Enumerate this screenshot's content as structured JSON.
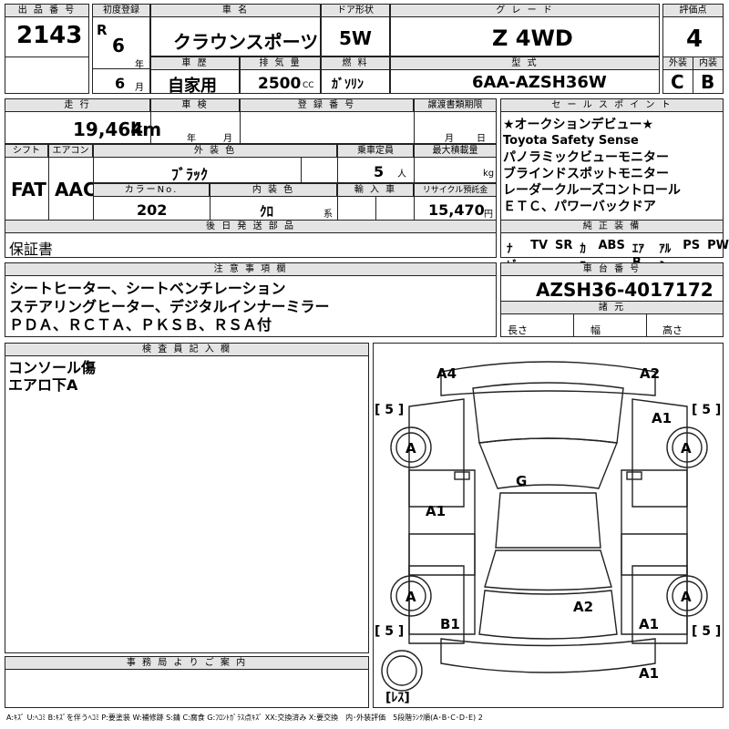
{
  "header": {
    "lot_no_label": "出 品 番 号",
    "lot_no": "2143",
    "first_reg_label": "初度登録",
    "era": "R",
    "year": "6",
    "year_unit": "年",
    "month": "6",
    "month_unit": "月",
    "car_name_label": "車 名",
    "car_name": "クラウンスポーツ",
    "door_label": "ドア形状",
    "door": "5W",
    "grade_label": "グ レ ー ド",
    "grade": "Z 4WD",
    "score_label": "評価点",
    "score": "4",
    "history_label": "車 歴",
    "history": "自家用",
    "displacement_label": "排 気 量",
    "displacement": "2500",
    "displacement_unit": "CC",
    "fuel_label": "燃 料",
    "fuel": "ｶﾞｿﾘﾝ",
    "model_label": "型 式",
    "model": "6AA-AZSH36W",
    "exterior_label": "外装",
    "exterior": "C",
    "interior_label": "内装",
    "interior": "B"
  },
  "row2": {
    "mileage_label": "走 行",
    "mileage": "19,464",
    "mileage_unit": "km",
    "inspection_label": "車 検",
    "inspection_year_unit": "年",
    "inspection_month_unit": "月",
    "reg_no_label": "登 録 番 号",
    "transfer_label": "譲渡書類期限",
    "transfer_month_unit": "月",
    "transfer_day_unit": "日",
    "shift_label": "シフト",
    "shift": "FAT",
    "ac_label": "エアコン",
    "ac": "AAC",
    "color_label": "外 装 色",
    "color": "ﾌﾞﾗｯｸ",
    "capacity_label": "乗車定員",
    "capacity": "5",
    "capacity_unit": "人",
    "maxload_label": "最大積載量",
    "maxload_unit": "kg",
    "color_no_label": "カラーNo.",
    "color_no": "202",
    "int_color_label": "内 装 色",
    "int_color": "ｸﾛ",
    "int_color_unit": "系",
    "import_label": "輸 入 車",
    "recycle_label": "リサイクル預託金",
    "recycle": "15,470",
    "recycle_unit": "円",
    "later_parts_label": "後 日 発 送 部 品",
    "later_parts": "保証書"
  },
  "sales_points": {
    "label": "セ ー ル ス ポ イ ン ト",
    "lines": [
      "★オークションデビュー★",
      "Toyota Safety Sense",
      "パノラミックビューモニター",
      "ブラインドスポットモニター",
      "レーダークルーズコントロール",
      "ＥＴＣ、パワーバックドア"
    ],
    "equip_label": "純 正 装 備",
    "equip": [
      "ﾅﾋﾞ",
      "TV",
      "SR",
      "ｶﾜ",
      "ABS",
      "ｴｱB",
      "ｱﾙﾐ",
      "PS",
      "PW"
    ]
  },
  "notes": {
    "label": "注 意 事 項 欄",
    "lines": [
      "シートヒーター、シートベンチレーション",
      "ステアリングヒーター、デジタルインナーミラー",
      "ＰＤＡ、ＲＣＴＡ、ＰＫＳＢ、ＲＳＡ付"
    ]
  },
  "chassis": {
    "label": "車 台 番 号",
    "value": "AZSH36-4017172",
    "dims_label": "諸 元",
    "length_label": "長さ",
    "width_label": "幅",
    "height_label": "高さ"
  },
  "inspector": {
    "label": "検 査 員 記 入 欄",
    "lines": [
      "コンソール傷",
      "エアロ下A"
    ]
  },
  "office": {
    "label": "事 務 局 よ り ご 案 内"
  },
  "diagram": {
    "marks": {
      "a4": "A4",
      "a2_top": "A2",
      "a1_right": "A1",
      "a_left_front": "A",
      "a_right_front": "A",
      "g": "G",
      "a1_left": "A1",
      "a_left_rear": "A",
      "a_right_rear": "A",
      "a2_rear": "A2",
      "b1": "B1",
      "a1_rear_right": "A1",
      "a1_bottom": "A1"
    },
    "tire_labels": [
      "[ 5 ]",
      "[ 5 ]",
      "[ 5 ]",
      "[ 5 ]",
      "[ﾚｽ]"
    ]
  },
  "legend": "A:ｷｽﾞ U:ﾍｺﾐ B:ｷｽﾞを伴うﾍｺﾐ P:要塗装 W:補修跡 S:錆 C:腐食 G:ﾌﾛﾝﾄｶﾞﾗｽ点ｷｽﾞ XX:交換済み X:要交換　内･外装評価　5段階ﾗﾝｸ順(A･B･C･D･E) 2"
}
